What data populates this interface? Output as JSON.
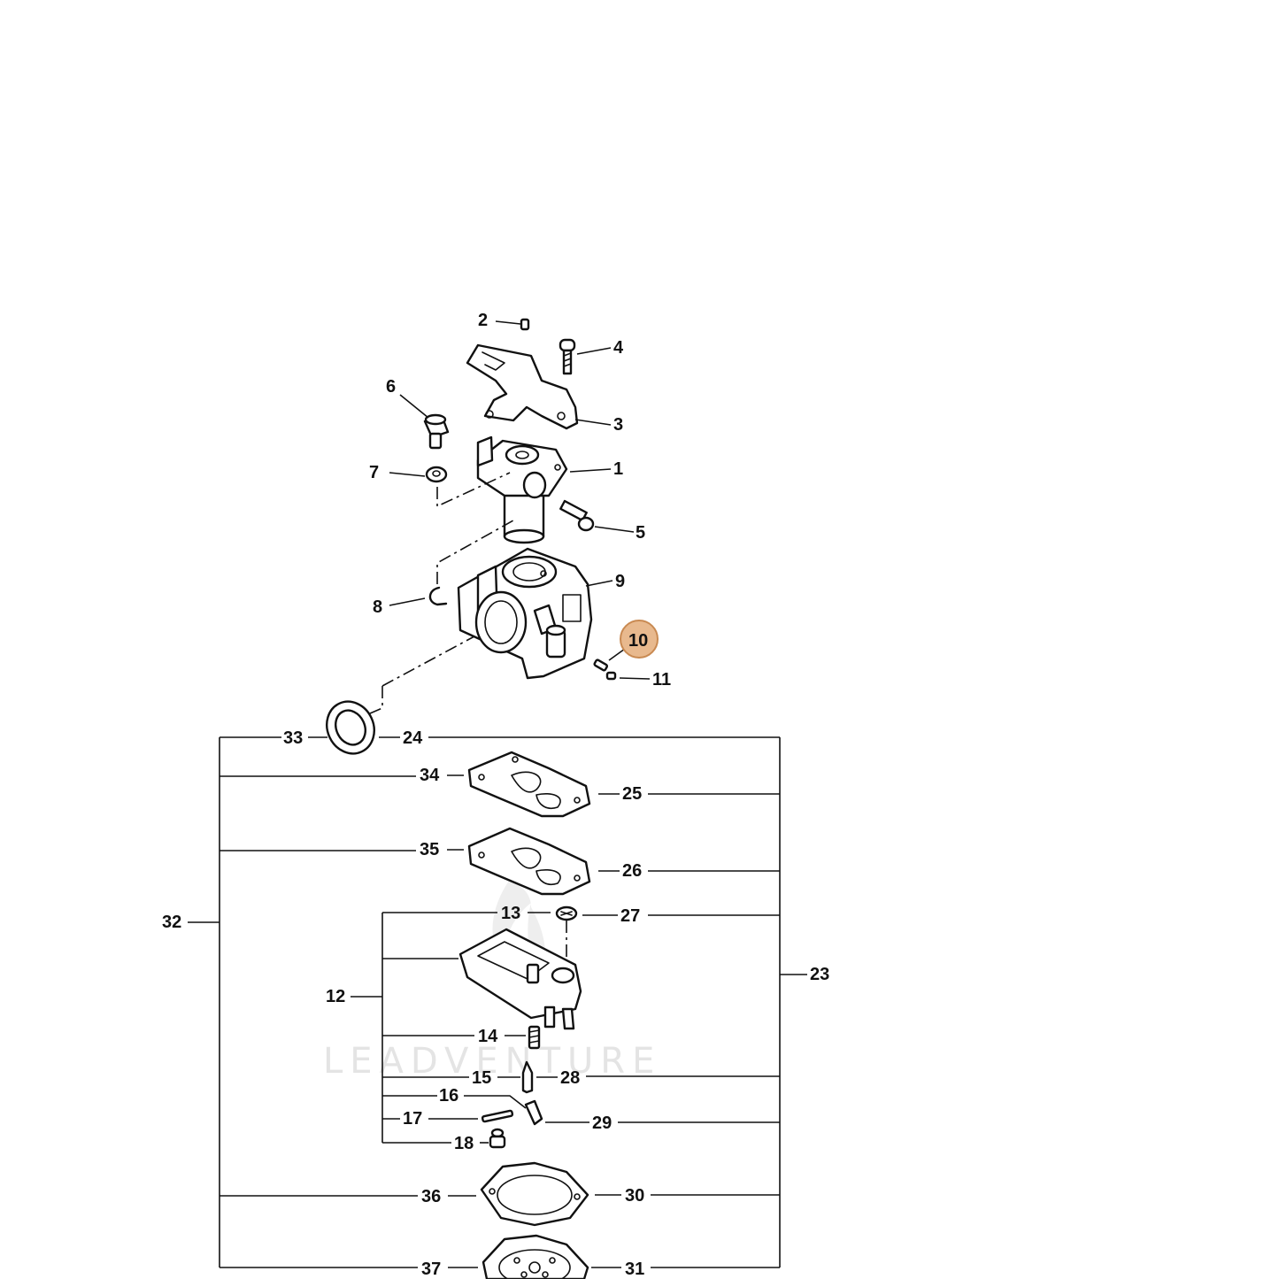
{
  "watermark": "LEADVENTURE",
  "highlight": {
    "callout": "10",
    "fill": "#e8b98e",
    "stroke": "#c98a52"
  },
  "callouts": {
    "c1": "1",
    "c2": "2",
    "c3": "3",
    "c4": "4",
    "c5": "5",
    "c6": "6",
    "c7": "7",
    "c8": "8",
    "c9": "9",
    "c10": "10",
    "c11": "11",
    "c12": "12",
    "c13": "13",
    "c14": "14",
    "c15": "15",
    "c16": "16",
    "c17": "17",
    "c18": "18",
    "c23": "23",
    "c24": "24",
    "c25": "25",
    "c26": "26",
    "c27": "27",
    "c28": "28",
    "c29": "29",
    "c30": "30",
    "c31": "31",
    "c32": "32",
    "c33": "33",
    "c34": "34",
    "c35": "35",
    "c36": "36",
    "c37": "37"
  }
}
